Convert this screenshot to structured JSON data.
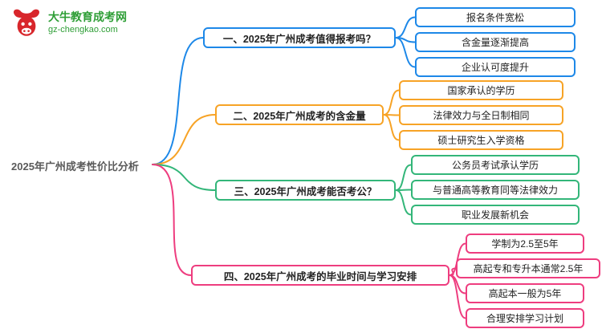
{
  "logo": {
    "title": "大牛教育成考网",
    "domain": "gz-chengkao.com"
  },
  "root": {
    "label": "2025年广州成考性价比分析"
  },
  "colors": {
    "blue": "#1d88e8",
    "orange": "#f7a326",
    "green": "#33b679",
    "pink": "#ee3d7f",
    "logo_red": "#d8262b",
    "logo_green": "#2e9e36"
  },
  "branches": [
    {
      "label": "一、2025年广州成考值得报考吗？",
      "color": "#1d88e8",
      "children": [
        "报名条件宽松",
        "含金量逐渐提高",
        "企业认可度提升"
      ]
    },
    {
      "label": "二、2025年广州成考的含金量",
      "color": "#f7a326",
      "children": [
        "国家承认的学历",
        "法律效力与全日制相同",
        "硕士研究生入学资格"
      ]
    },
    {
      "label": "三、2025年广州成考能否考公？",
      "color": "#33b679",
      "children": [
        "公务员考试承认学历",
        "与普通高等教育同等法律效力",
        "职业发展新机会"
      ]
    },
    {
      "label": "四、2025年广州成考的毕业时间与学习安排",
      "color": "#ee3d7f",
      "children": [
        "学制为2.5至5年",
        "高起专和专升本通常2.5年",
        "高起本一般为5年",
        "合理安排学习计划"
      ]
    }
  ]
}
